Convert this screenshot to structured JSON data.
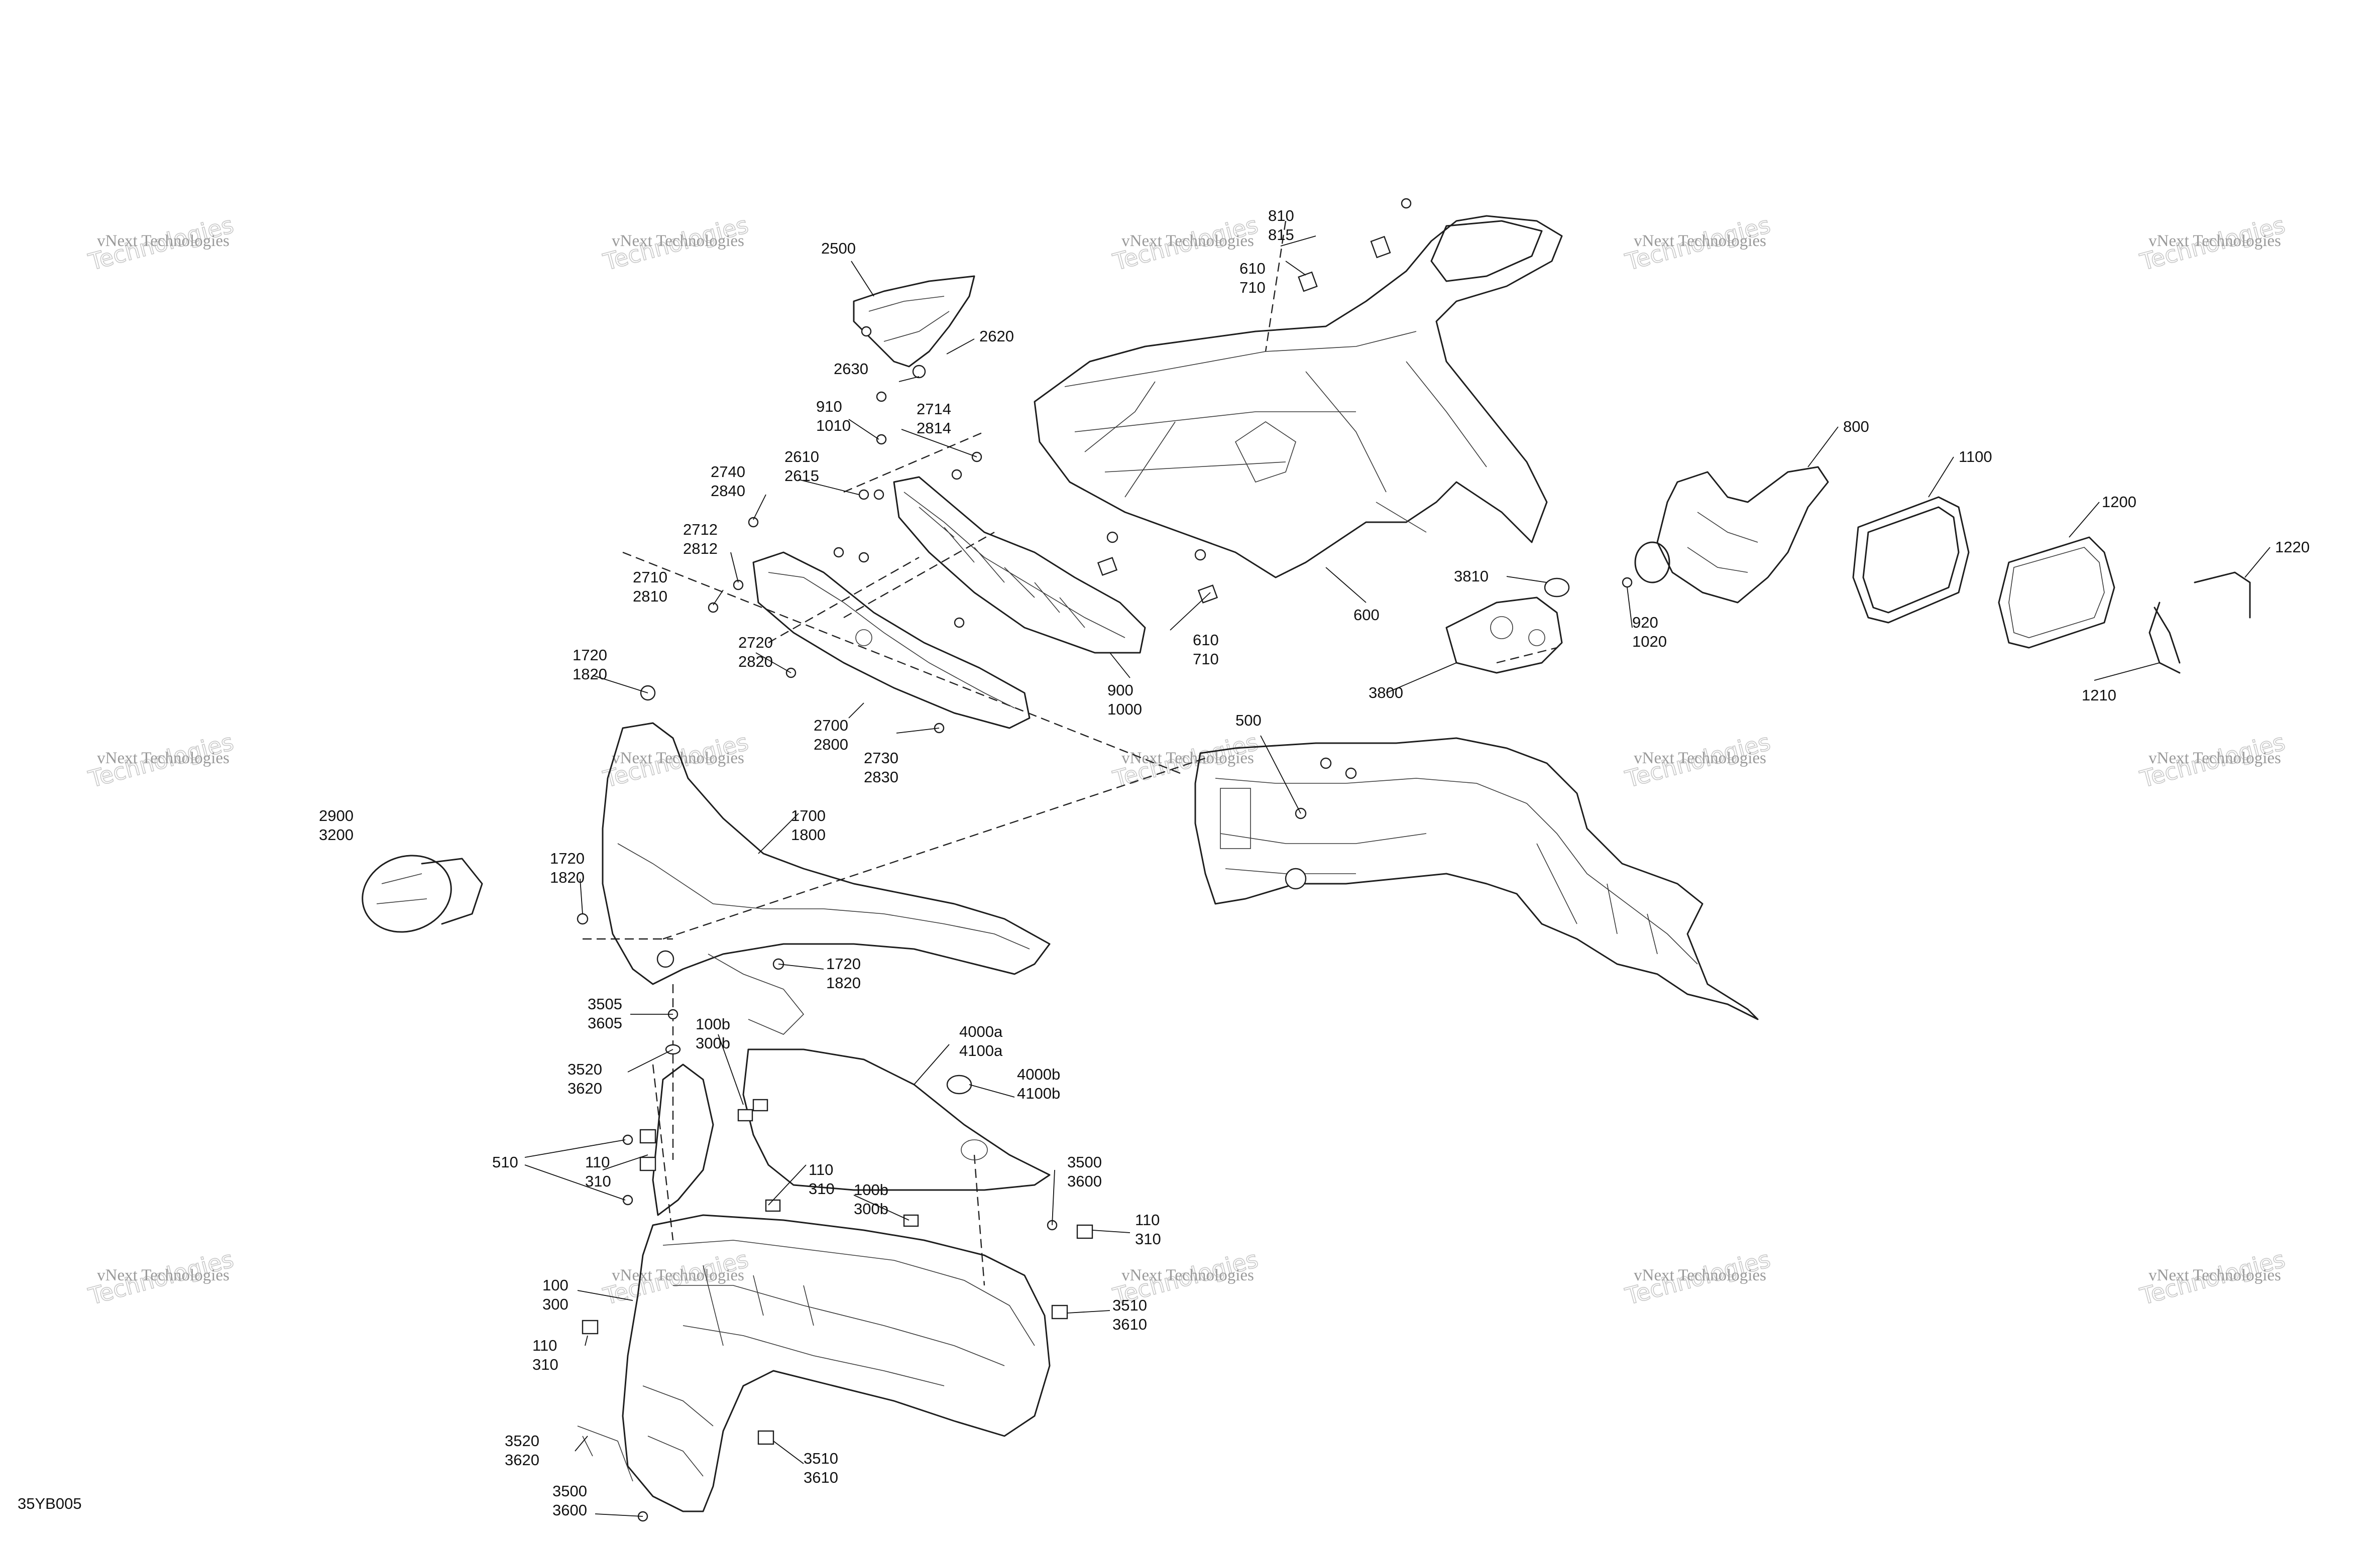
{
  "diagram_code": "35YB005",
  "watermark": {
    "line1": "vNext Technologies",
    "line2": "Technologies"
  },
  "callouts": [
    {
      "id": "c2500",
      "text": [
        "2500"
      ]
    },
    {
      "id": "c2620",
      "text": [
        "2620"
      ]
    },
    {
      "id": "c2630",
      "text": [
        "2630"
      ]
    },
    {
      "id": "c810",
      "text": [
        "810",
        "815"
      ]
    },
    {
      "id": "c610t",
      "text": [
        "610",
        "710"
      ]
    },
    {
      "id": "c910",
      "text": [
        "910",
        "1010"
      ]
    },
    {
      "id": "c2714",
      "text": [
        "2714",
        "2814"
      ]
    },
    {
      "id": "c2740",
      "text": [
        "2740",
        "2840"
      ]
    },
    {
      "id": "c2610",
      "text": [
        "2610",
        "2615"
      ]
    },
    {
      "id": "c2712",
      "text": [
        "2712",
        "2812"
      ]
    },
    {
      "id": "c2710",
      "text": [
        "2710",
        "2810"
      ]
    },
    {
      "id": "c2720",
      "text": [
        "2720",
        "2820"
      ]
    },
    {
      "id": "c2700",
      "text": [
        "2700",
        "2800"
      ]
    },
    {
      "id": "c2730",
      "text": [
        "2730",
        "2830"
      ]
    },
    {
      "id": "c900",
      "text": [
        "900",
        "1000"
      ]
    },
    {
      "id": "c610b",
      "text": [
        "610",
        "710"
      ]
    },
    {
      "id": "c600",
      "text": [
        "600"
      ]
    },
    {
      "id": "c800",
      "text": [
        "800"
      ]
    },
    {
      "id": "c1100",
      "text": [
        "1100"
      ]
    },
    {
      "id": "c1200",
      "text": [
        "1200"
      ]
    },
    {
      "id": "c1220",
      "text": [
        "1220"
      ]
    },
    {
      "id": "c1210",
      "text": [
        "1210"
      ]
    },
    {
      "id": "c3810",
      "text": [
        "3810"
      ]
    },
    {
      "id": "c920",
      "text": [
        "920",
        "1020"
      ]
    },
    {
      "id": "c3800",
      "text": [
        "3800"
      ]
    },
    {
      "id": "c1720a",
      "text": [
        "1720",
        "1820"
      ]
    },
    {
      "id": "c2900",
      "text": [
        "2900",
        "3200"
      ]
    },
    {
      "id": "c1700",
      "text": [
        "1700",
        "1800"
      ]
    },
    {
      "id": "c1720b",
      "text": [
        "1720",
        "1820"
      ]
    },
    {
      "id": "c1720c",
      "text": [
        "1720",
        "1820"
      ]
    },
    {
      "id": "c500",
      "text": [
        "500"
      ]
    },
    {
      "id": "c3505",
      "text": [
        "3505",
        "3605"
      ]
    },
    {
      "id": "c100b1",
      "text": [
        "100b",
        "300b"
      ]
    },
    {
      "id": "c4000a",
      "text": [
        "4000a",
        "4100a"
      ]
    },
    {
      "id": "c4000b",
      "text": [
        "4000b",
        "4100b"
      ]
    },
    {
      "id": "c3520a",
      "text": [
        "3520",
        "3620"
      ]
    },
    {
      "id": "c510",
      "text": [
        "510"
      ]
    },
    {
      "id": "c110a",
      "text": [
        "110",
        "310"
      ]
    },
    {
      "id": "c110b",
      "text": [
        "110",
        "310"
      ]
    },
    {
      "id": "c100b2",
      "text": [
        "100b",
        "300b"
      ]
    },
    {
      "id": "c3500a",
      "text": [
        "3500",
        "3600"
      ]
    },
    {
      "id": "c110c",
      "text": [
        "110",
        "310"
      ]
    },
    {
      "id": "c100",
      "text": [
        "100",
        "300"
      ]
    },
    {
      "id": "c3510a",
      "text": [
        "3510",
        "3610"
      ]
    },
    {
      "id": "c110d",
      "text": [
        "110",
        "310"
      ]
    },
    {
      "id": "c3520b",
      "text": [
        "3520",
        "3620"
      ]
    },
    {
      "id": "c3510b",
      "text": [
        "3510",
        "3610"
      ]
    },
    {
      "id": "c3500b",
      "text": [
        "3500",
        "3600"
      ]
    }
  ]
}
